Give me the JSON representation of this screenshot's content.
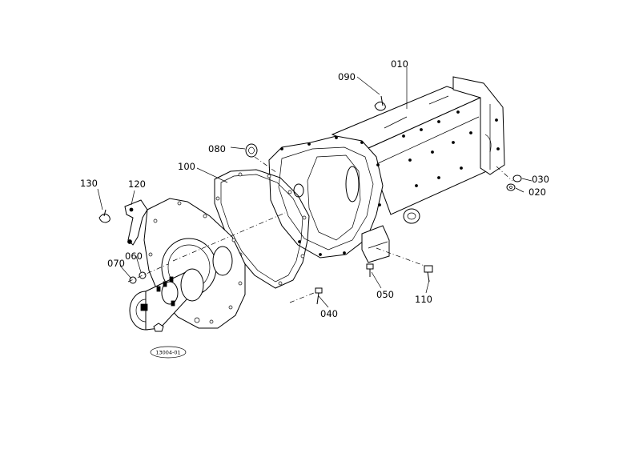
{
  "parts": [
    {
      "number": "010"
    },
    {
      "number": "020"
    },
    {
      "number": "030"
    },
    {
      "number": "040"
    },
    {
      "number": "050"
    },
    {
      "number": "060"
    },
    {
      "number": "070"
    },
    {
      "number": "080"
    },
    {
      "number": "090"
    },
    {
      "number": "100"
    },
    {
      "number": "110"
    },
    {
      "number": "120"
    },
    {
      "number": "130"
    }
  ],
  "diagram_ref": "13004-01"
}
